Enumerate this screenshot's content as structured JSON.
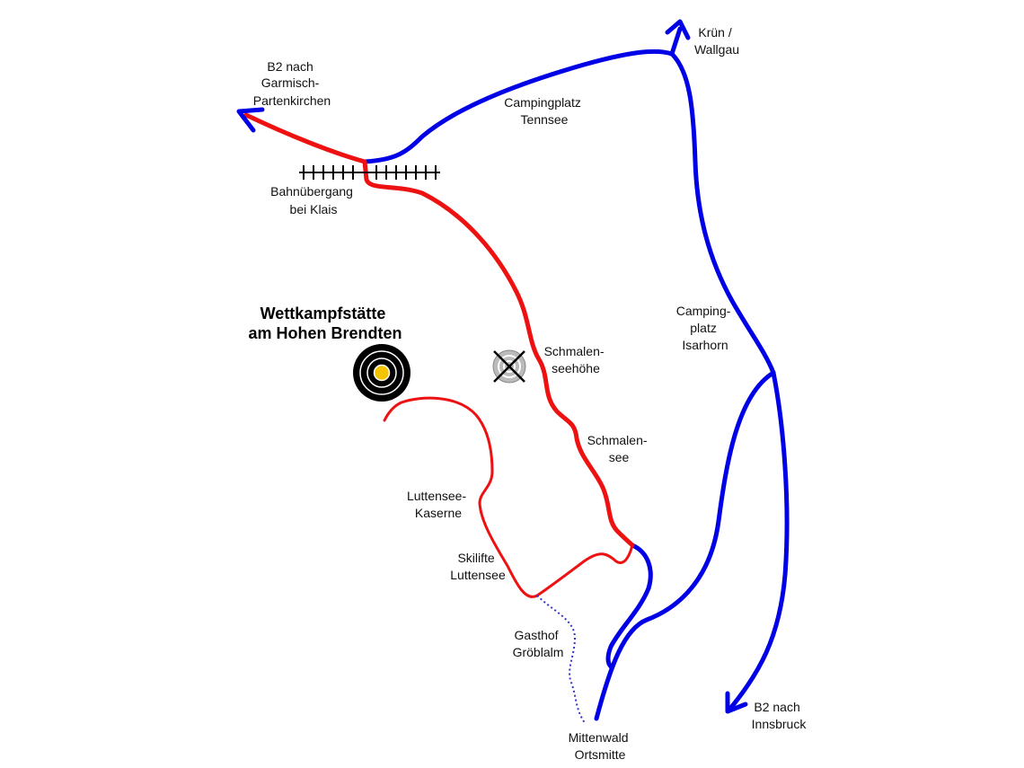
{
  "title": {
    "line1": "Wettkampfstätte",
    "line2": "am Hohen Brendten"
  },
  "colors": {
    "main_road": "#0000e6",
    "access_road": "#ee1111",
    "footpath": "#3333cc",
    "venue_ring": "#000000",
    "venue_center": "#f5c400",
    "shooting_range": "#888888"
  },
  "icons": {
    "venue": "target-icon",
    "shooting_range": "shooting-range-icon",
    "railway": "railway-crossing-icon"
  },
  "labels": {
    "b2_garmisch": [
      "B2 nach",
      "Garmisch-",
      "Partenkirchen"
    ],
    "kruen": [
      "Krün /",
      "Wallgau"
    ],
    "camping_tennsee": [
      "Campingplatz",
      "Tennsee"
    ],
    "bahnuebergang": [
      "Bahnübergang",
      "bei Klais"
    ],
    "camping_isarhorn": [
      "Camping-",
      "platz",
      "Isarhorn"
    ],
    "schmalenseehoehe": [
      "Schmalen-",
      "seehöhe"
    ],
    "schmalensee": [
      "Schmalen-",
      "see"
    ],
    "luttensee_kaserne": [
      "Luttensee-",
      "Kaserne"
    ],
    "skilifte": [
      "Skilifte",
      "Luttensee"
    ],
    "gasthof": [
      "Gasthof",
      "Gröblalm"
    ],
    "mittenwald": [
      "Mittenwald",
      "Ortsmitte"
    ],
    "b2_innsbruck": [
      "B2 nach",
      "Innsbruck"
    ]
  }
}
